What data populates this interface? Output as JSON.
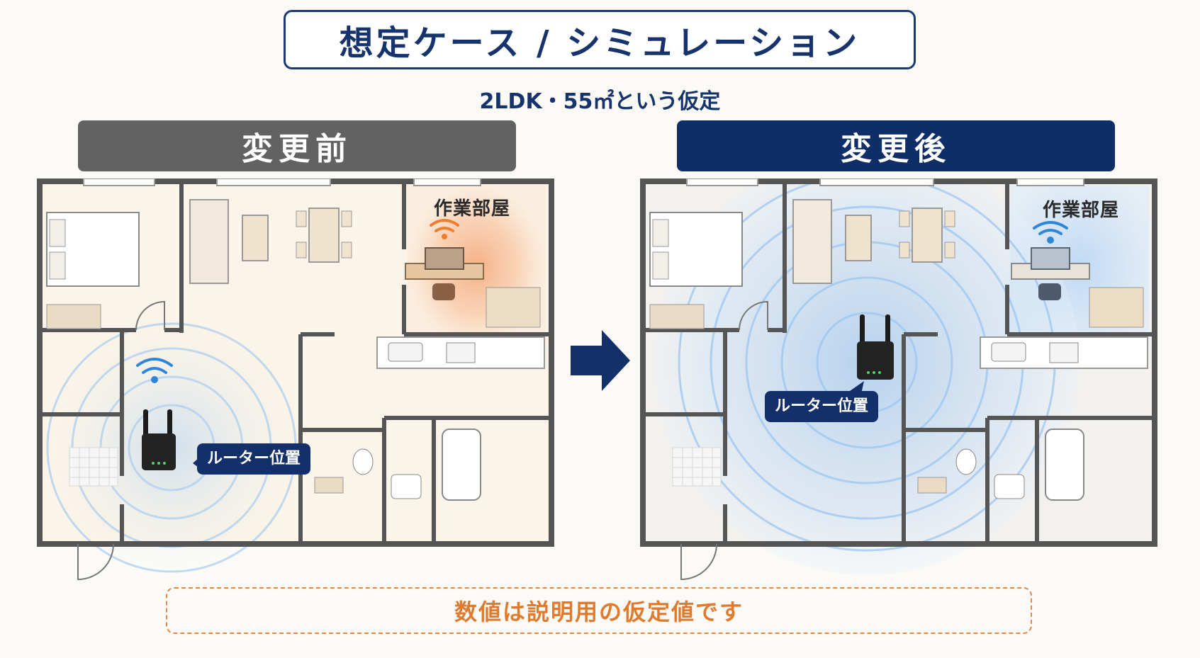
{
  "title": "想定ケース / シミュレーション",
  "subtitle": "2LDK・55㎡という仮定",
  "panels": {
    "before": {
      "heading": "変更前",
      "work_room_label": "作業部屋",
      "router_label": "ルーター位置",
      "coverage_color": "#f4a373"
    },
    "after": {
      "heading": "変更後",
      "work_room_label": "作業部屋",
      "router_label": "ルーター位置",
      "coverage_color": "#7fb3ea"
    }
  },
  "note": "数値は説明用の仮定値です",
  "colors": {
    "navy": "#17336b",
    "before_banner": "#626262",
    "after_banner": "#0f2e67",
    "note_orange": "#e07b2e",
    "wifi_blue": "#2f86d9",
    "wifi_orange": "#ef7d2e"
  },
  "icons": [
    "wifi-icon",
    "router-icon",
    "arrow-right-icon",
    "plant-icon",
    "stove-icon",
    "sink-icon",
    "bathtub-icon",
    "toilet-icon"
  ]
}
